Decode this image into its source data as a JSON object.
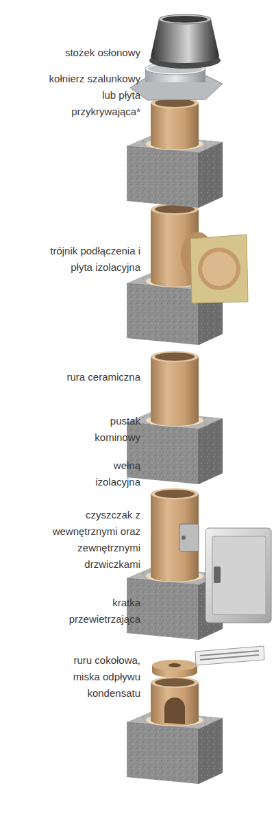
{
  "diagram": {
    "labels": [
      "stożek osłonowy",
      "kołnierz szalunkowy lub płyta przykrywająca*",
      "trójnik podłączenia i płyta izolacyjna",
      "rura ceramiczna",
      "pustak kominowy",
      "wełną izolacyjna",
      "czyszczak z wewnętrznymi oraz zewnętrznymi drzwiczkami",
      "kratka przewietrzająca",
      "ruru cokołowa, miska odpływu kondensatu"
    ]
  }
}
